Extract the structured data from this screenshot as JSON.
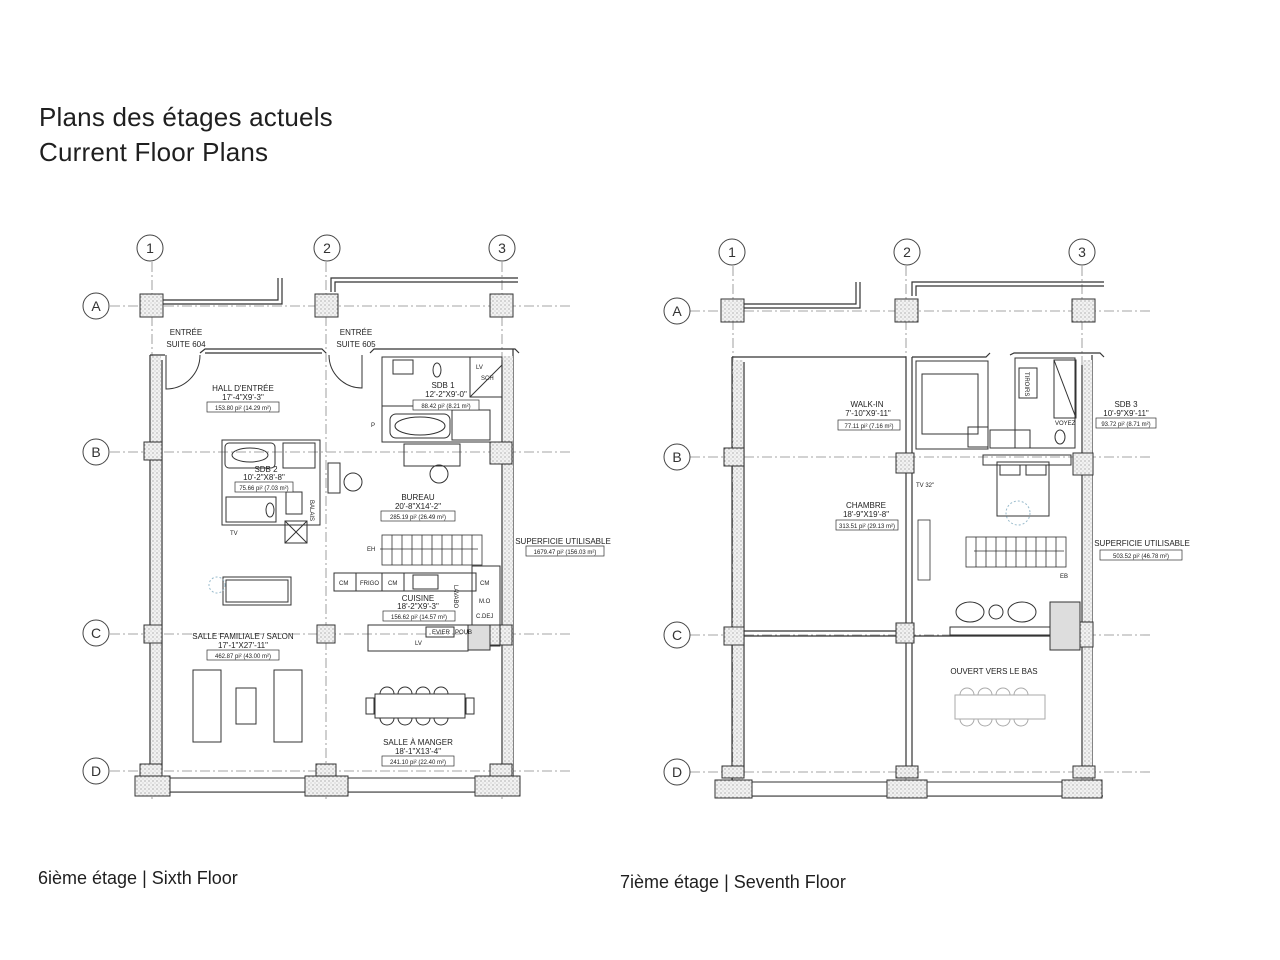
{
  "page": {
    "title_fr": "Plans des étages actuels",
    "title_en": "Current Floor Plans"
  },
  "captions": {
    "sixth": "6ième étage | Sixth Floor",
    "seventh": "7ième étage | Seventh Floor"
  },
  "grid": {
    "cols": [
      "1",
      "2",
      "3"
    ],
    "rows": [
      "A",
      "B",
      "C",
      "D"
    ]
  },
  "sixth_floor": {
    "entry_604": {
      "name": "ENTRÉE",
      "suite": "SUITE 604"
    },
    "entry_605": {
      "name": "ENTRÉE",
      "suite": "SUITE 605"
    },
    "hall": {
      "name": "HALL D'ENTRÉE",
      "dims": "17'-4\"X9'-3\"",
      "area": "153.80 pi²   (14.29 m²)"
    },
    "sdb1": {
      "name": "SDB 1",
      "dims": "12'-2\"X9'-0\"",
      "area": "88.42 pi²   (8.21 m²)"
    },
    "sdb2": {
      "name": "SDB 2",
      "dims": "10'-2\"X8'-8\"",
      "area": "75.66 pi²   (7.03 m²)"
    },
    "bureau": {
      "name": "BUREAU",
      "dims": "20'-8\"X14'-2\"",
      "area": "285.19 pi²   (26.49 m²)"
    },
    "cuisine": {
      "name": "CUISINE",
      "dims": "18'-2\"X9'-3\"",
      "area": "156.62 pi²   (14.57 m²)"
    },
    "salon": {
      "name": "SALLE FAMILIALE / SALON",
      "dims": "17'-1\"X27'-11\"",
      "area": "462.87 pi²   (43.00 m²)"
    },
    "salle_manger": {
      "name": "SALLE À MANGER",
      "dims": "18'-1\"X13'-4\"",
      "area": "241.10 pi²   (22.40 m²)"
    },
    "superficie": {
      "name": "SUPERFICIE UTILISABLE",
      "area": "1679.47 pi²   (156.03 m²)"
    },
    "tags": {
      "lv": "LV",
      "sch": "SCH",
      "p": "P",
      "balais": "BALAIS",
      "tv": "TV",
      "eh": "EH",
      "cm": "CM",
      "frigo": "FRIGO",
      "cm2": "CM",
      "mo": "M.O",
      "cdej": "C.DEJ",
      "cm3": "CM",
      "lv2": "LV",
      "evier": "EVIER",
      "poub": "POUB",
      "lavabo": "LAVABO"
    }
  },
  "seventh_floor": {
    "walkin": {
      "name": "WALK-IN",
      "dims": "7'-10\"X9'-11\"",
      "area": "77.11 pi²   (7.16 m²)"
    },
    "sdb3": {
      "name": "SDB 3",
      "dims": "10'-9\"X9'-11\"",
      "area": "93.72 pi²   (8.71 m²)"
    },
    "chambre": {
      "name": "CHAMBRE",
      "dims": "18'-9\"X19'-8\"",
      "area": "313.51 pi²   (29.13 m²)"
    },
    "superficie": {
      "name": "SUPERFICIE UTILISABLE",
      "area": "503.52 pi²   (46.78 m²)"
    },
    "ouvert": {
      "name": "OUVERT VERS LE BAS"
    },
    "tags": {
      "tv": "TV 32\"",
      "eb": "EB",
      "tiroirs": "TIROIRS",
      "voyez": "VOYEZ"
    }
  }
}
